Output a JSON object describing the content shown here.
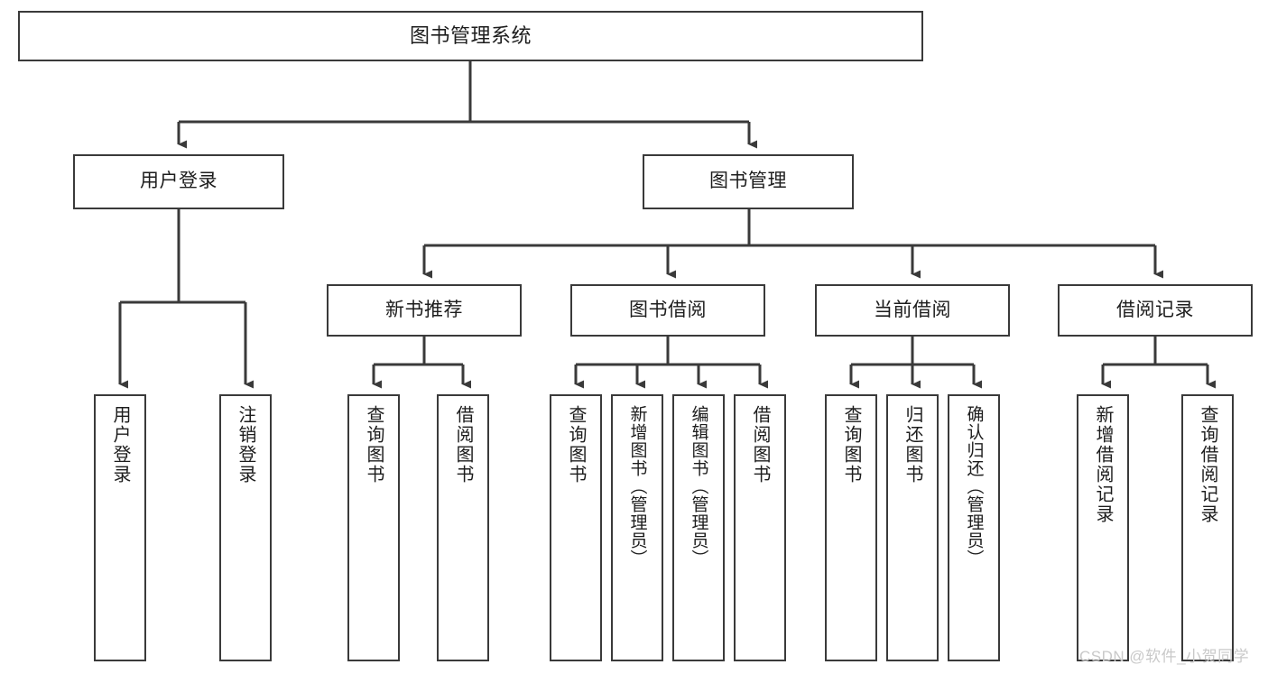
{
  "diagram": {
    "title": "图书管理系统",
    "type": "tree-hierarchy-chart",
    "watermark": "CSDN @软件_小贺同学",
    "colors": {
      "node_border": "#3a3a3a",
      "node_fill": "#ffffff",
      "edge": "#3a3a3a",
      "text": "#1d1d1d",
      "watermark": "#c9c9c9",
      "background": "#ffffff"
    },
    "levels": {
      "root": {
        "label": "图书管理系统"
      },
      "level2": [
        {
          "id": "user-login",
          "label": "用户登录"
        },
        {
          "id": "book-management",
          "label": "图书管理"
        }
      ],
      "level3": [
        {
          "id": "new-book-recommend",
          "label": "新书推荐",
          "parent": "book-management"
        },
        {
          "id": "book-borrow",
          "label": "图书借阅",
          "parent": "book-management"
        },
        {
          "id": "current-borrow",
          "label": "当前借阅",
          "parent": "book-management"
        },
        {
          "id": "borrow-record",
          "label": "借阅记录",
          "parent": "book-management"
        }
      ],
      "leaves": [
        {
          "id": "leaf-user-login",
          "label": "用户登录",
          "parent": "user-login"
        },
        {
          "id": "leaf-logout-login",
          "label": "注销登录",
          "parent": "user-login"
        },
        {
          "id": "leaf-query-book-1",
          "label": "查询图书",
          "parent": "new-book-recommend"
        },
        {
          "id": "leaf-borrow-book-1",
          "label": "借阅图书",
          "parent": "new-book-recommend"
        },
        {
          "id": "leaf-query-book-2",
          "label": "查询图书",
          "parent": "book-borrow"
        },
        {
          "id": "leaf-add-book",
          "label": "新增图书（管理员）",
          "parent": "book-borrow"
        },
        {
          "id": "leaf-edit-book",
          "label": "编辑图书（管理员）",
          "parent": "book-borrow"
        },
        {
          "id": "leaf-borrow-book-2",
          "label": "借阅图书",
          "parent": "book-borrow"
        },
        {
          "id": "leaf-query-book-3",
          "label": "查询图书",
          "parent": "current-borrow"
        },
        {
          "id": "leaf-return-book",
          "label": "归还图书",
          "parent": "current-borrow"
        },
        {
          "id": "leaf-confirm-return",
          "label": "确认归还（管理员）",
          "parent": "current-borrow"
        },
        {
          "id": "leaf-add-record",
          "label": "新增借阅记录",
          "parent": "borrow-record"
        },
        {
          "id": "leaf-query-record",
          "label": "查询借阅记录",
          "parent": "borrow-record"
        }
      ]
    }
  }
}
